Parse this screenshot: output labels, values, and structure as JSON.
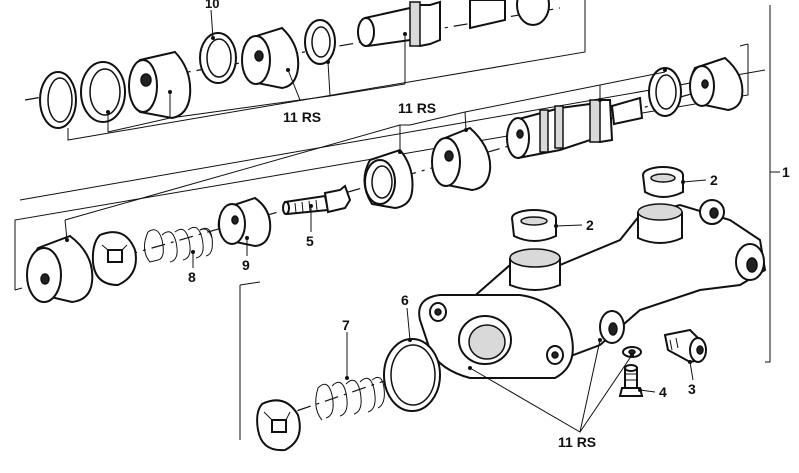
{
  "callouts": {
    "c10": "10",
    "c11rs_top": "11 RS",
    "c11rs_mid": "11 RS",
    "c11rs_bottom": "11 RS",
    "c1": "1",
    "c2_upper": "2",
    "c2_lower": "2",
    "c3": "3",
    "c4": "4",
    "c5": "5",
    "c6": "6",
    "c7": "7",
    "c8": "8",
    "c9": "9"
  }
}
